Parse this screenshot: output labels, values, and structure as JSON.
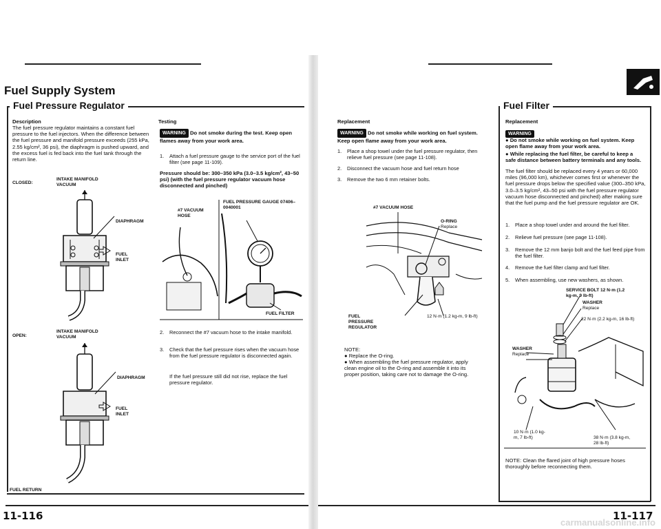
{
  "left": {
    "title": "Fuel Supply System",
    "section": "Fuel Pressure Regulator",
    "description_heading": "Description",
    "description_text": "The fuel pressure regulator maintains a constant fuel pressure to the fuel injectors. When the difference between the fuel pressure and manifold pressure exceeds (255 kPa, 2.55 kg/cm², 36 psi), the diaphragm is pushed upward, and the excess fuel is fed back into the fuel tank through the return line.",
    "closed_label": "CLOSED:",
    "open_label": "OPEN:",
    "intake_vacuum": "INTAKE MANIFOLD VACUUM",
    "diaphragm": "DIAPHRAGM",
    "fuel_inlet": "FUEL INLET",
    "fuel_return": "FUEL RETURN",
    "testing_heading": "Testing",
    "warning_badge": "WARNING",
    "testing_warning": "Do not smoke during the test. Keep open flames away from your work area.",
    "step1_num": "1.",
    "step1": "Attach a fuel pressure gauge to the service port of the fuel filter (see page 11-109).",
    "pressure_spec": "Pressure should be: 300–350 kPa (3.0–3.5 kg/cm², 43–50 psi) (with the fuel pressure regulator vacuum hose disconnected and pinched)",
    "gauge_label": "FUEL PRESSURE GAUGE 07406–0040001",
    "vacuum_hose_label": "#7 VACUUM HOSE",
    "fuel_filter_label": "FUEL FILTER",
    "step2_num": "2.",
    "step2": "Reconnect the #7 vacuum hose to the intake manifold.",
    "step3_num": "3.",
    "step3": "Check that the fuel pressure rises when the vacuum hose from the fuel pressure regulator is disconnected again.",
    "note_text": "If the fuel pressure still did not rise, replace the fuel pressure regulator.",
    "page_number": "11-116"
  },
  "right": {
    "replacement_heading": "Replacement",
    "warning_badge": "WARNING",
    "rep_warning": "Do not smoke while working on fuel system. Keep open flame away from your work area.",
    "rep_step1_num": "1.",
    "rep_step1": "Place a shop towel under the fuel pressure regulator, then relieve fuel pressure (see page 11-108).",
    "rep_step2_num": "2.",
    "rep_step2": "Disconnect the vacuum hose and fuel return hose",
    "rep_step3_num": "3.",
    "rep_step3": "Remove the two 6 mm retainer bolts.",
    "hose_label": "#7 VACUUM HOSE",
    "oring_label": "O-RING",
    "oring_replace": "Replace",
    "regulator_label": "FUEL PRESSURE REGULATOR",
    "torque_label": "12 N·m (1.2 kg-m, 9 lb-ft)",
    "note_heading": "NOTE:",
    "note1": "Replace the O-ring.",
    "note2": "When assembling the fuel pressure regulator, apply clean engine oil to the O-ring and assemble it into its proper position, taking care not to damage the O-ring.",
    "filter_section": "Fuel Filter",
    "filter_replacement": "Replacement",
    "filter_warning1": "Do not smoke while working on fuel system. Keep open flame away from your work area.",
    "filter_warning2": "While replacing the fuel filter, be careful to keep a safe distance between battery terminals and any tools.",
    "filter_intro": "The fuel filter should be replaced every 4 years or 60,000 miles (96,000 km), whichever comes first or whenever the fuel pressure drops below the specified value (300–350 kPa, 3.0–3.5 kg/cm², 43–50 psi with the fuel pressure regulator vacuum hose disconnected and pinched) after making sure that the fuel pump and the fuel pressure regulator are OK.",
    "f_step1_num": "1.",
    "f_step1": "Place a shop towel under and around the fuel filter.",
    "f_step2_num": "2.",
    "f_step2": "Relieve fuel pressure (see page 11-108).",
    "f_step3_num": "3.",
    "f_step3": "Remove the 12 mm banjo bolt and the fuel feed pipe from the fuel filter.",
    "f_step4_num": "4.",
    "f_step4": "Remove the fuel filter clamp and fuel filter.",
    "f_step5_num": "5.",
    "f_step5": "When assembling, use new washers, as shown.",
    "service_bolt": "SERVICE BOLT 12 N·m (1.2 kg-m, 9 lb-ft)",
    "washer_top": "WASHER",
    "washer_top_replace": "Replace",
    "torque_22": "22 N·m (2.2 kg-m, 16 lb-ft)",
    "washer_left": "WASHER",
    "washer_left_replace": "Replace",
    "torque_10": "10 N·m (1.0 kg-m, 7 lb-ft)",
    "torque_38": "38 N·m (3.8 kg-m, 28 lb-ft)",
    "filter_note": "NOTE: Clean the flared joint of high pressure hoses thoroughly before reconnecting them.",
    "page_number": "11-117",
    "watermark": "carmanualsonline.info"
  }
}
